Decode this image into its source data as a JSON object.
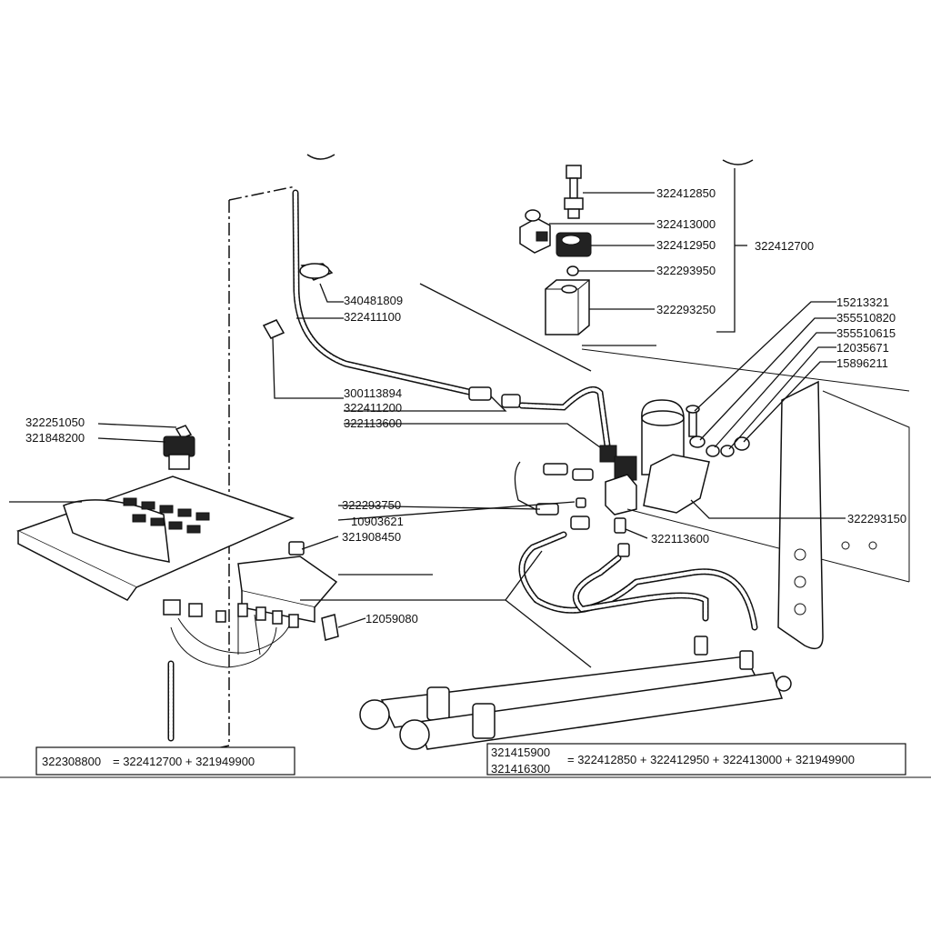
{
  "diagram": {
    "part_labels": {
      "p322412850": "322412850",
      "p322413000": "322413000",
      "p322412950": "322412950",
      "p322412700": "322412700",
      "p322293950": "322293950",
      "p322293250": "322293250",
      "p340481809": "340481809",
      "p322411100": "322411100",
      "p300113894": "300113894",
      "p322411200": "322411200",
      "p322113600a": "322113600",
      "p15213321": "15213321",
      "p355510820": "355510820",
      "p355510615": "355510615",
      "p12035671": "12035671",
      "p15896211": "15896211",
      "p322251050": "322251050",
      "p321848200": "321848200",
      "p322293750": "322293750",
      "p10903621": "10903621",
      "p321908450": "321908450",
      "p322113600b": "322113600",
      "p322293150": "322293150",
      "p12059080": "12059080"
    },
    "formula_left": {
      "code": "322308800",
      "rest": "= 322412700 + 321949900"
    },
    "formula_right": {
      "code1": "321415900",
      "code2": "321416300",
      "rest": "= 322412850 + 322412950 + 322413000 + 321949900"
    }
  }
}
